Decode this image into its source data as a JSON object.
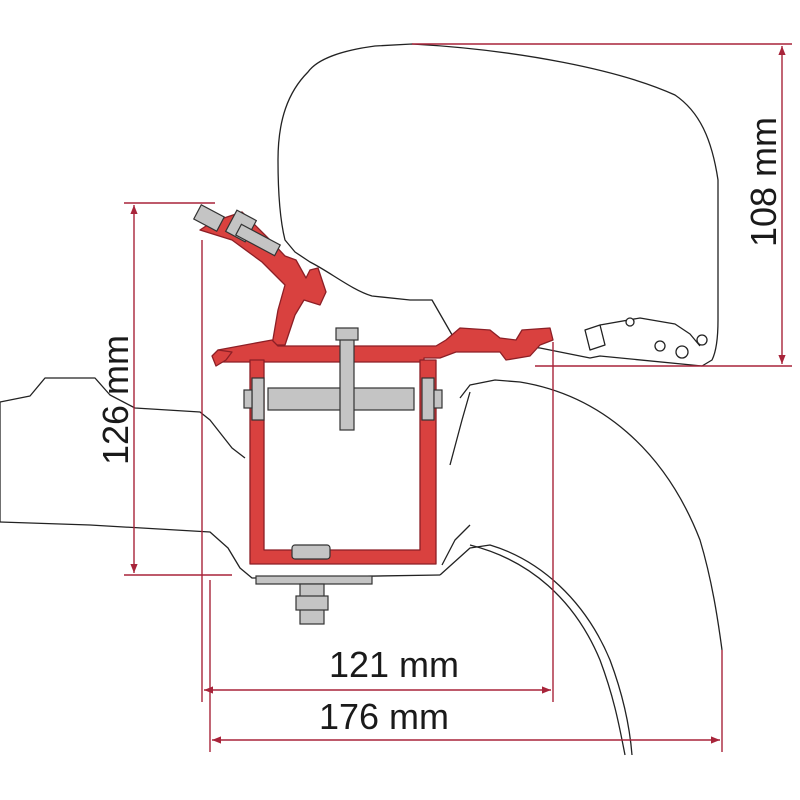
{
  "dimensions": {
    "height_awning": "108 mm",
    "height_bracket": "126 mm",
    "width_inner": "121 mm",
    "width_outer": "176 mm"
  },
  "colors": {
    "dimension_line": "#a8243a",
    "bracket_fill": "#d9413f",
    "bracket_stroke": "#8c1f26",
    "hardware": "#c4c4c4",
    "outline": "#222222"
  }
}
